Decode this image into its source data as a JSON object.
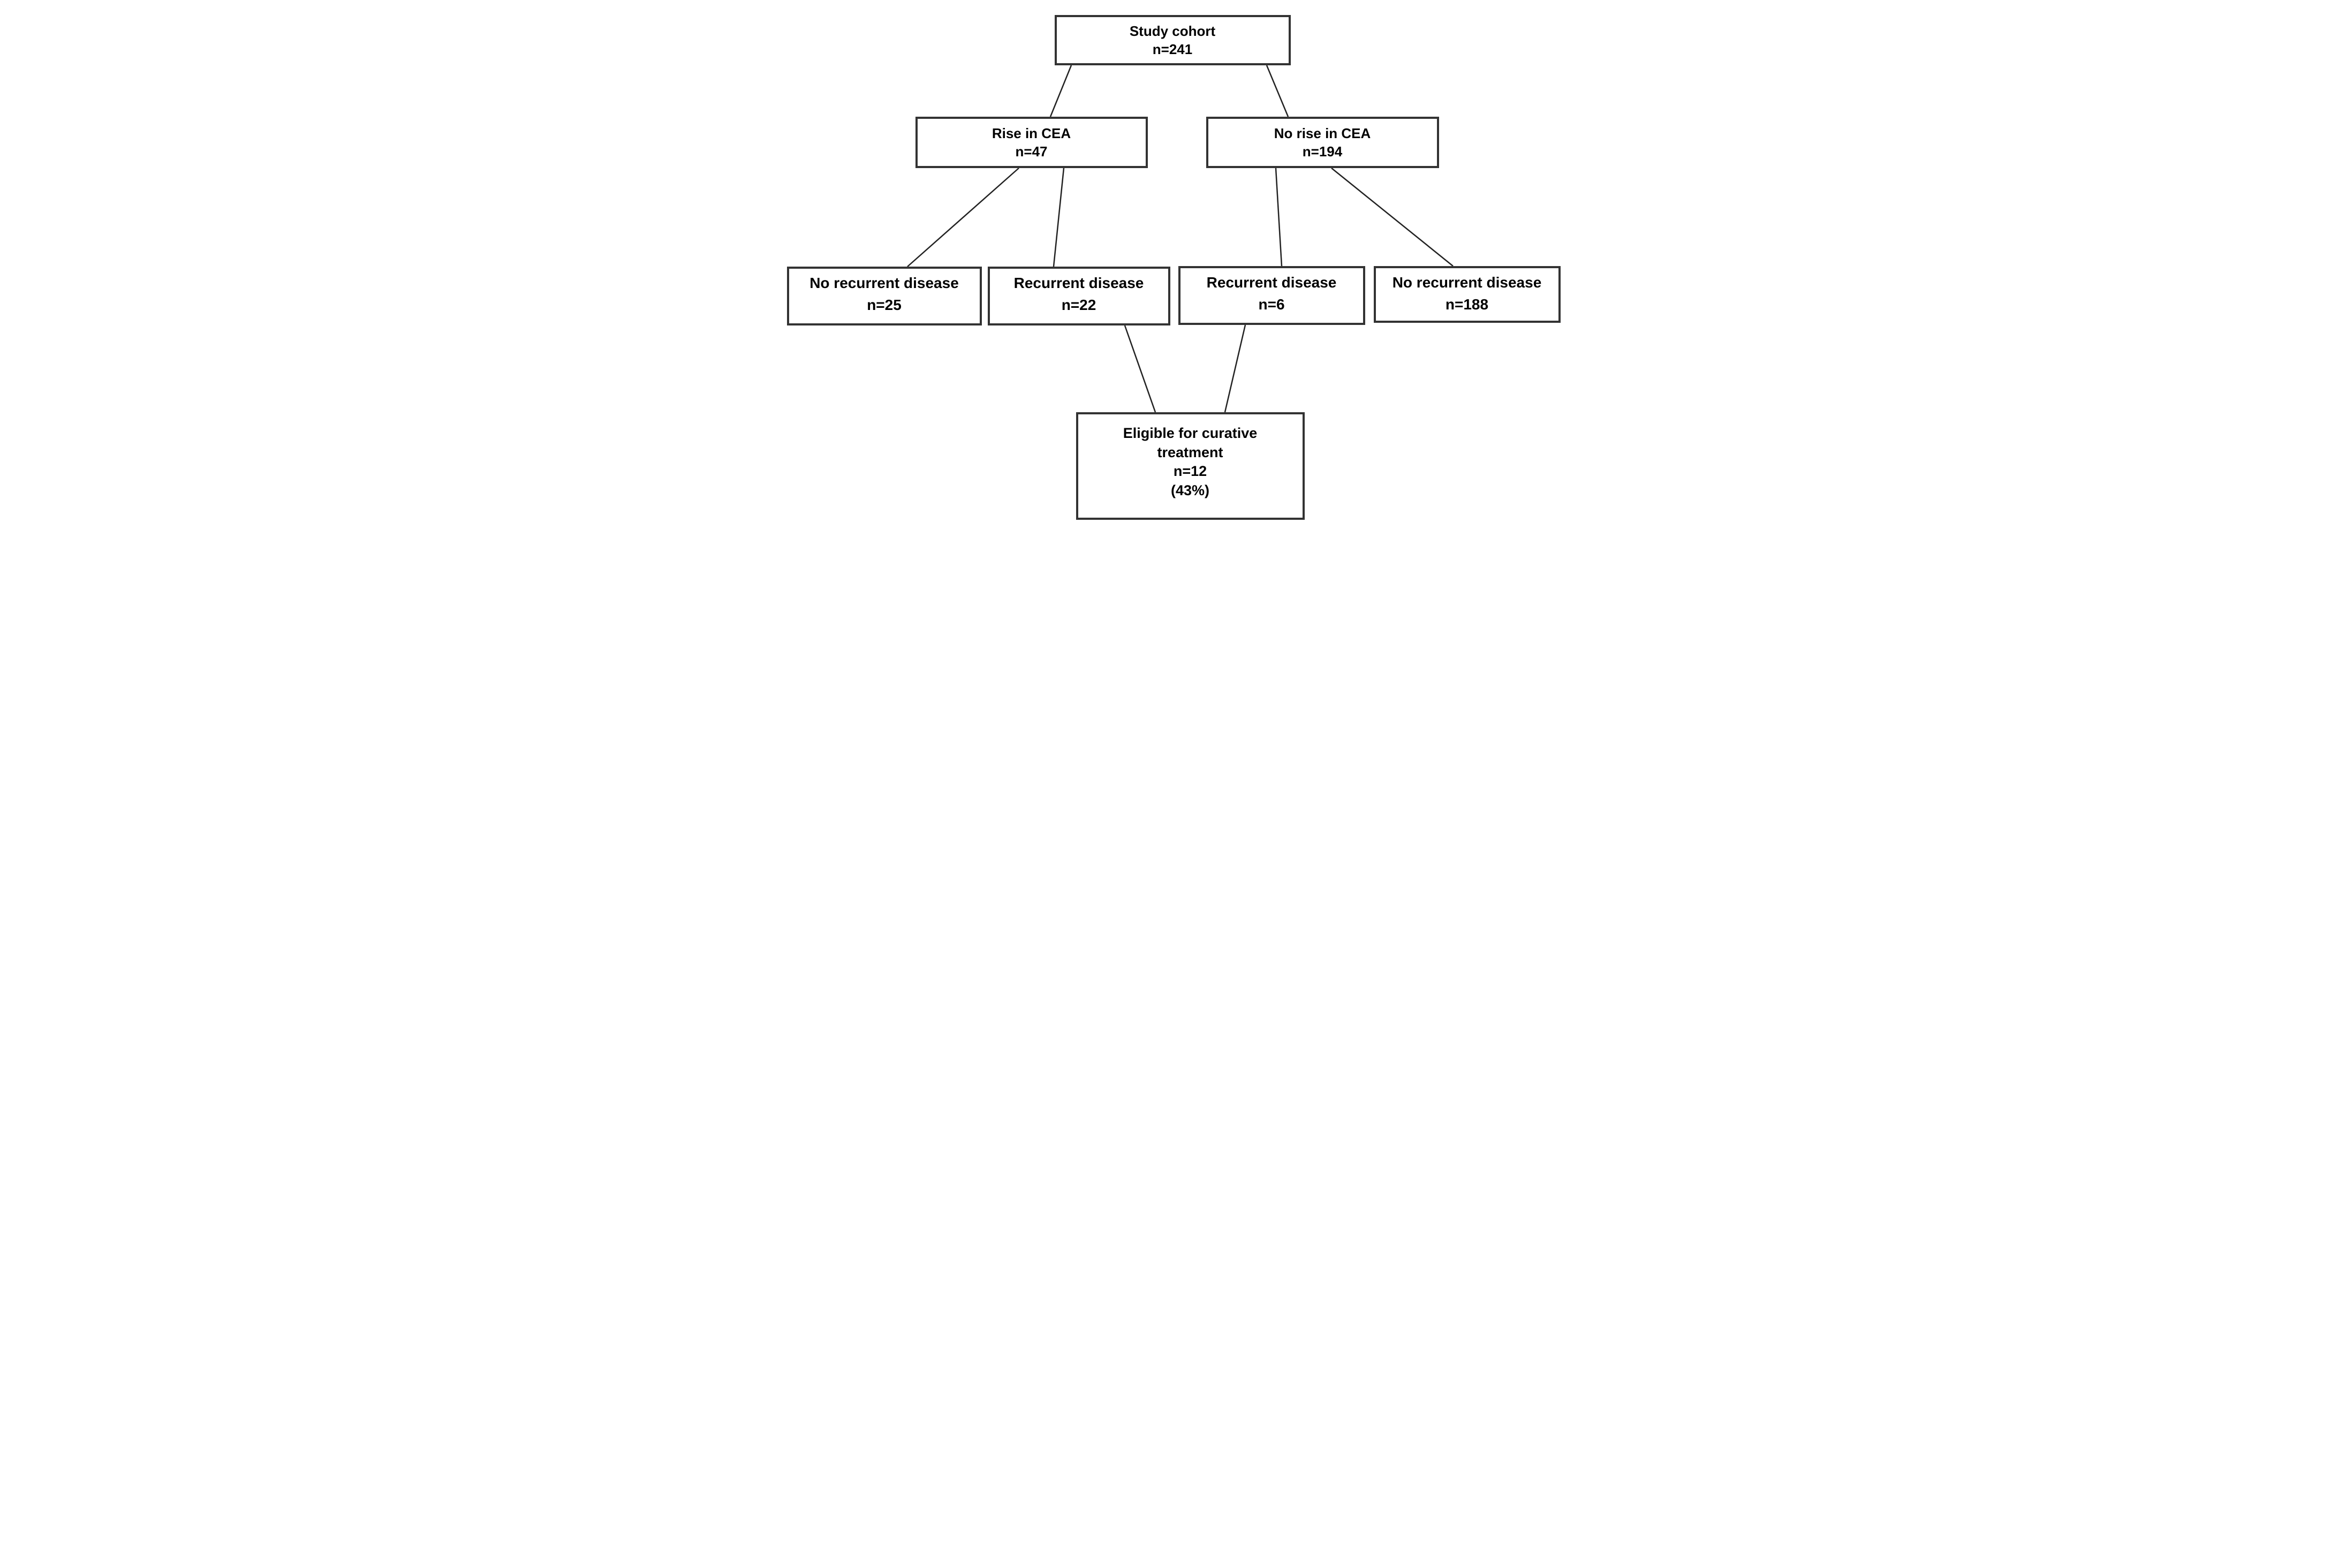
{
  "diagram": {
    "type": "flowchart",
    "title": "",
    "nodes": [
      {
        "id": "study",
        "label": "Study cohort",
        "count": "n=241"
      },
      {
        "id": "rise-cea",
        "label": "Rise in CEA",
        "count": "n=47"
      },
      {
        "id": "no-rise-cea",
        "label": "No rise in CEA",
        "count": "n=194"
      },
      {
        "id": "no-recurrent-left",
        "label": "No recurrent disease",
        "count": "n=25"
      },
      {
        "id": "recurrent-left",
        "label": "Recurrent disease",
        "count": "n=22"
      },
      {
        "id": "recurrent-right",
        "label": "Recurrent disease",
        "count": "n=6"
      },
      {
        "id": "no-recurrent-right",
        "label": "No recurrent disease",
        "count": "n=188"
      },
      {
        "id": "eligible",
        "label": "Eligible for curative treatment",
        "lines": [
          "Eligible for curative",
          "treatment",
          "n=12",
          "(43%)"
        ]
      }
    ],
    "edges": [
      {
        "from": "study",
        "to": "rise-cea"
      },
      {
        "from": "study",
        "to": "no-rise-cea"
      },
      {
        "from": "rise-cea",
        "to": "no-recurrent-left"
      },
      {
        "from": "rise-cea",
        "to": "recurrent-left"
      },
      {
        "from": "no-rise-cea",
        "to": "recurrent-right"
      },
      {
        "from": "no-rise-cea",
        "to": "no-recurrent-right"
      },
      {
        "from": "recurrent-left",
        "to": "eligible"
      },
      {
        "from": "recurrent-right",
        "to": "eligible"
      }
    ]
  },
  "colors": {
    "background": "#ffffff",
    "box_border": "#333333",
    "connector_line": "#222222",
    "text": "#000000"
  }
}
